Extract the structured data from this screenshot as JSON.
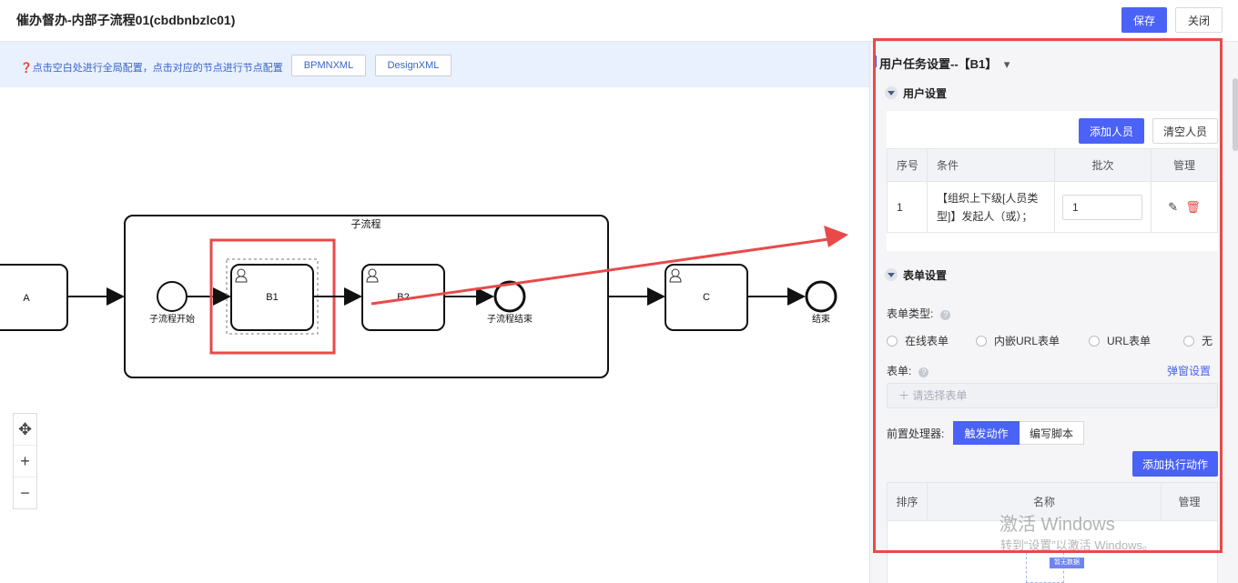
{
  "header": {
    "title": "催办督办-内部子流程01(cbdbnbzlc01)",
    "save_label": "保存",
    "close_label": "关闭"
  },
  "canvas": {
    "hint": "❓点击空白处进行全局配置，点击对应的节点进行节点配置",
    "bpmn_button": "BPMNXML",
    "design_button": "DesignXML",
    "nodes": {
      "a": "A",
      "subprocess_title": "子流程",
      "sub_start": "子流程开始",
      "b1": "B1",
      "b2": "B2",
      "sub_end": "子流程结束",
      "c": "C",
      "end": "结束"
    },
    "zoom": {
      "fit": "✥",
      "in": "+",
      "out": "−"
    }
  },
  "panel": {
    "title": "用户任务设置--【B1】",
    "title_caret": "▾",
    "user_section": "用户设置",
    "add_user": "添加人员",
    "clear_user": "清空人员",
    "user_table": {
      "headers": [
        "序号",
        "条件",
        "批次",
        "管理"
      ],
      "rows": [
        {
          "no": "1",
          "condition": "【组织上下级[人员类型]】发起人（或）；",
          "batch": "1"
        }
      ]
    },
    "form_section": "表单设置",
    "form_type_label": "表单类型:",
    "form_types": [
      "在线表单",
      "内嵌URL表单",
      "URL表单",
      "无"
    ],
    "form_label": "表单:",
    "popup_setting": "弹窗设置",
    "form_placeholder": "＋ 请选择表单",
    "preprocessor_label": "前置处理器:",
    "trigger_action": "触发动作",
    "write_script": "编写脚本",
    "add_action": "添加执行动作",
    "action_table": {
      "headers": [
        "排序",
        "名称",
        "管理"
      ]
    },
    "empty_tag": "暂无数据"
  },
  "watermark": {
    "line1": "激活 Windows",
    "line2": "转到“设置”以激活 Windows。"
  },
  "colors": {
    "primary": "#4a62f5",
    "highlight": "#e84a4a",
    "hint_bg": "#e8f1fd"
  }
}
